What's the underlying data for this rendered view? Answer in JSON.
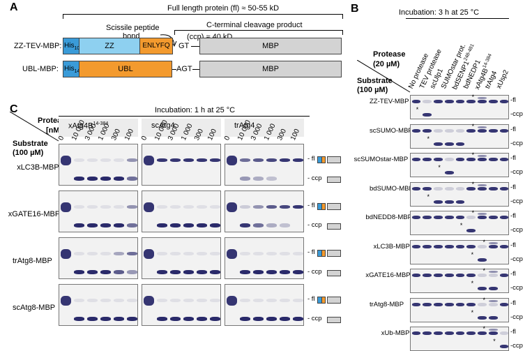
{
  "panel_a": {
    "letter": "A",
    "full_length": "Full length protein (fl) ≈ 50-55 kD",
    "ccp_line1": "C-terminal cleavage product",
    "ccp_line2": "(ccp) ≈ 40 kD",
    "scissile_line1": "Scissile peptide",
    "scissile_line2": "bond",
    "row1": {
      "label": "ZZ-TEV-MBP:",
      "his": "His",
      "his_sub": "10",
      "domain": "ZZ",
      "site": "ENLYFQ",
      "linker": "GT",
      "mbp": "MBP"
    },
    "row2": {
      "label": "UBL-MBP:",
      "his": "His",
      "his_sub": "14",
      "domain": "UBL",
      "linker": "AGT",
      "mbp": "MBP"
    }
  },
  "panel_b": {
    "letter": "B",
    "incubation": "Incubation: 3 h at 25 °C",
    "protease_line1": "Protease",
    "protease_line2": "(20 µM)",
    "substrate_line1": "Substrate",
    "substrate_line2": "(100 µM)",
    "lanes": [
      "No protease",
      "TEV protease",
      "scUlp1",
      "SUMOstar prot.",
      "bdSENP1",
      "bdNEDP1",
      "xAtg4B",
      "trAtg4",
      "xUsp2"
    ],
    "lane_sups": [
      "",
      "",
      "",
      "",
      "248-481",
      "",
      "14-384",
      "",
      ""
    ],
    "rows": [
      "ZZ-TEV-MBP",
      "scSUMO-MBP",
      "scSUMOstar-MBP",
      "bdSUMO-MBP",
      "bdNEDD8-MBP",
      "xLC3B-MBP",
      "xGATE16-MBP",
      "trAtg8-MBP",
      "xUb-MBP"
    ],
    "fl": "-fl",
    "ccp": "-ccp",
    "star": "*"
  },
  "panel_c": {
    "letter": "C",
    "incubation": "Incubation: 1 h at 25 °C",
    "protease_line1": "Protease",
    "protease_line2": "[nM]",
    "substrate_line1": "Substrate",
    "substrate_line2": "(100 µM)",
    "groups": [
      {
        "name": "xAtg4B",
        "sup": "14-384"
      },
      {
        "name": "scAtg4",
        "sup": ""
      },
      {
        "name": "trAtg4",
        "sup": ""
      }
    ],
    "concentrations": [
      "0",
      "10 000",
      "3 000",
      "1 000",
      "300",
      "100"
    ],
    "rows": [
      "xLC3B-MBP",
      "xGATE16-MBP",
      "trAtg8-MBP",
      "scAtg8-MBP"
    ],
    "fl": "- fl",
    "ccp": "- ccp"
  },
  "colors": {
    "his": "#3a9bd8",
    "zz": "#8ed0f0",
    "ubl": "#f39a2e",
    "mbp": "#d3d3d3",
    "band": "#2a2a6a"
  }
}
